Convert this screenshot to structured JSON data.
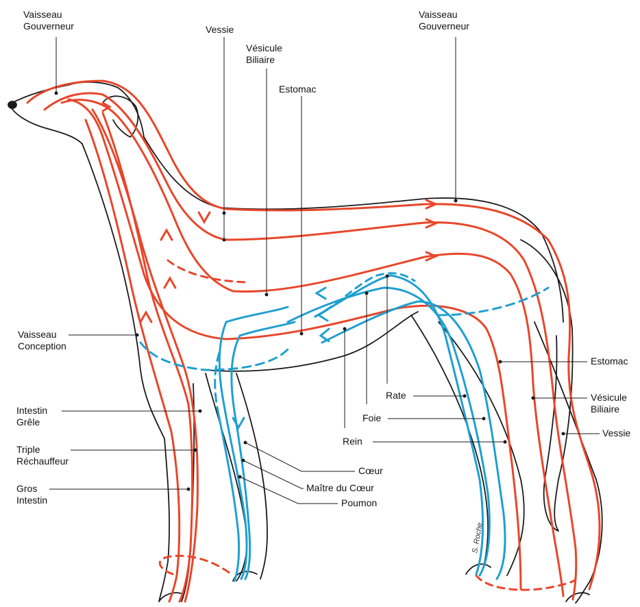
{
  "labels": {
    "top_left_vaisseau_gouverneur": [
      "Vaisseau",
      "Gouverneur"
    ],
    "top_vessie": [
      "Vessie"
    ],
    "top_vesicule_biliaire": [
      "Vésicule",
      "Biliaire"
    ],
    "top_estomac": [
      "Estomac"
    ],
    "top_right_vaisseau_gouverneur": [
      "Vaisseau",
      "Gouverneur"
    ],
    "left_vaisseau_conception": [
      "Vaisseau",
      "Conception"
    ],
    "left_intestin_grele": [
      "Intestin",
      "Grêle"
    ],
    "left_triple_rechauffeur": [
      "Triple",
      "Réchauffeur"
    ],
    "left_gros_intestin": [
      "Gros",
      "Intestin"
    ],
    "right_estomac": [
      "Estomac"
    ],
    "right_vesicule_biliaire": [
      "Vésicule",
      "Biliaire"
    ],
    "right_vessie": [
      "Vessie"
    ],
    "mid_rate": [
      "Rate"
    ],
    "mid_foie": [
      "Foie"
    ],
    "mid_rein": [
      "Rein"
    ],
    "mid_coeur": [
      "Cœur"
    ],
    "mid_maitre_du_coeur": [
      "Maître du Cœur"
    ],
    "mid_poumon": [
      "Poumon"
    ]
  },
  "signature": "S. Roche",
  "colors": {
    "yang_meridian": "#e8462a",
    "yin_meridian": "#1f9fd0",
    "outline": "#1a1a1a",
    "background": "#ffffff"
  }
}
